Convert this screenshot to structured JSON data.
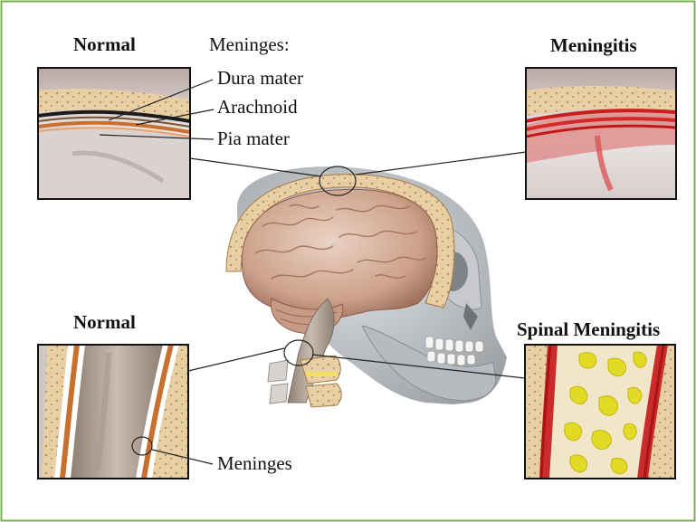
{
  "labels": {
    "normal_top": "Normal",
    "meninges_heading": "Meninges:",
    "dura": "Dura mater",
    "arachnoid": "Arachnoid",
    "pia": "Pia mater",
    "meningitis": "Meningitis",
    "normal_bottom": "Normal",
    "spinal_meningitis": "Spinal Meningitis",
    "meninges_bottom": "Meninges"
  },
  "colors": {
    "border": "#7bb04c",
    "bone": "#e8cfa4",
    "bone_dot": "#b58f5d",
    "brain": "#c9a189",
    "inflamed": "#d52a2a",
    "pus": "#e2da24",
    "skull": "#b9bcc0",
    "dura": "#1c1c1c",
    "meninges_orange": "#c9702e"
  }
}
